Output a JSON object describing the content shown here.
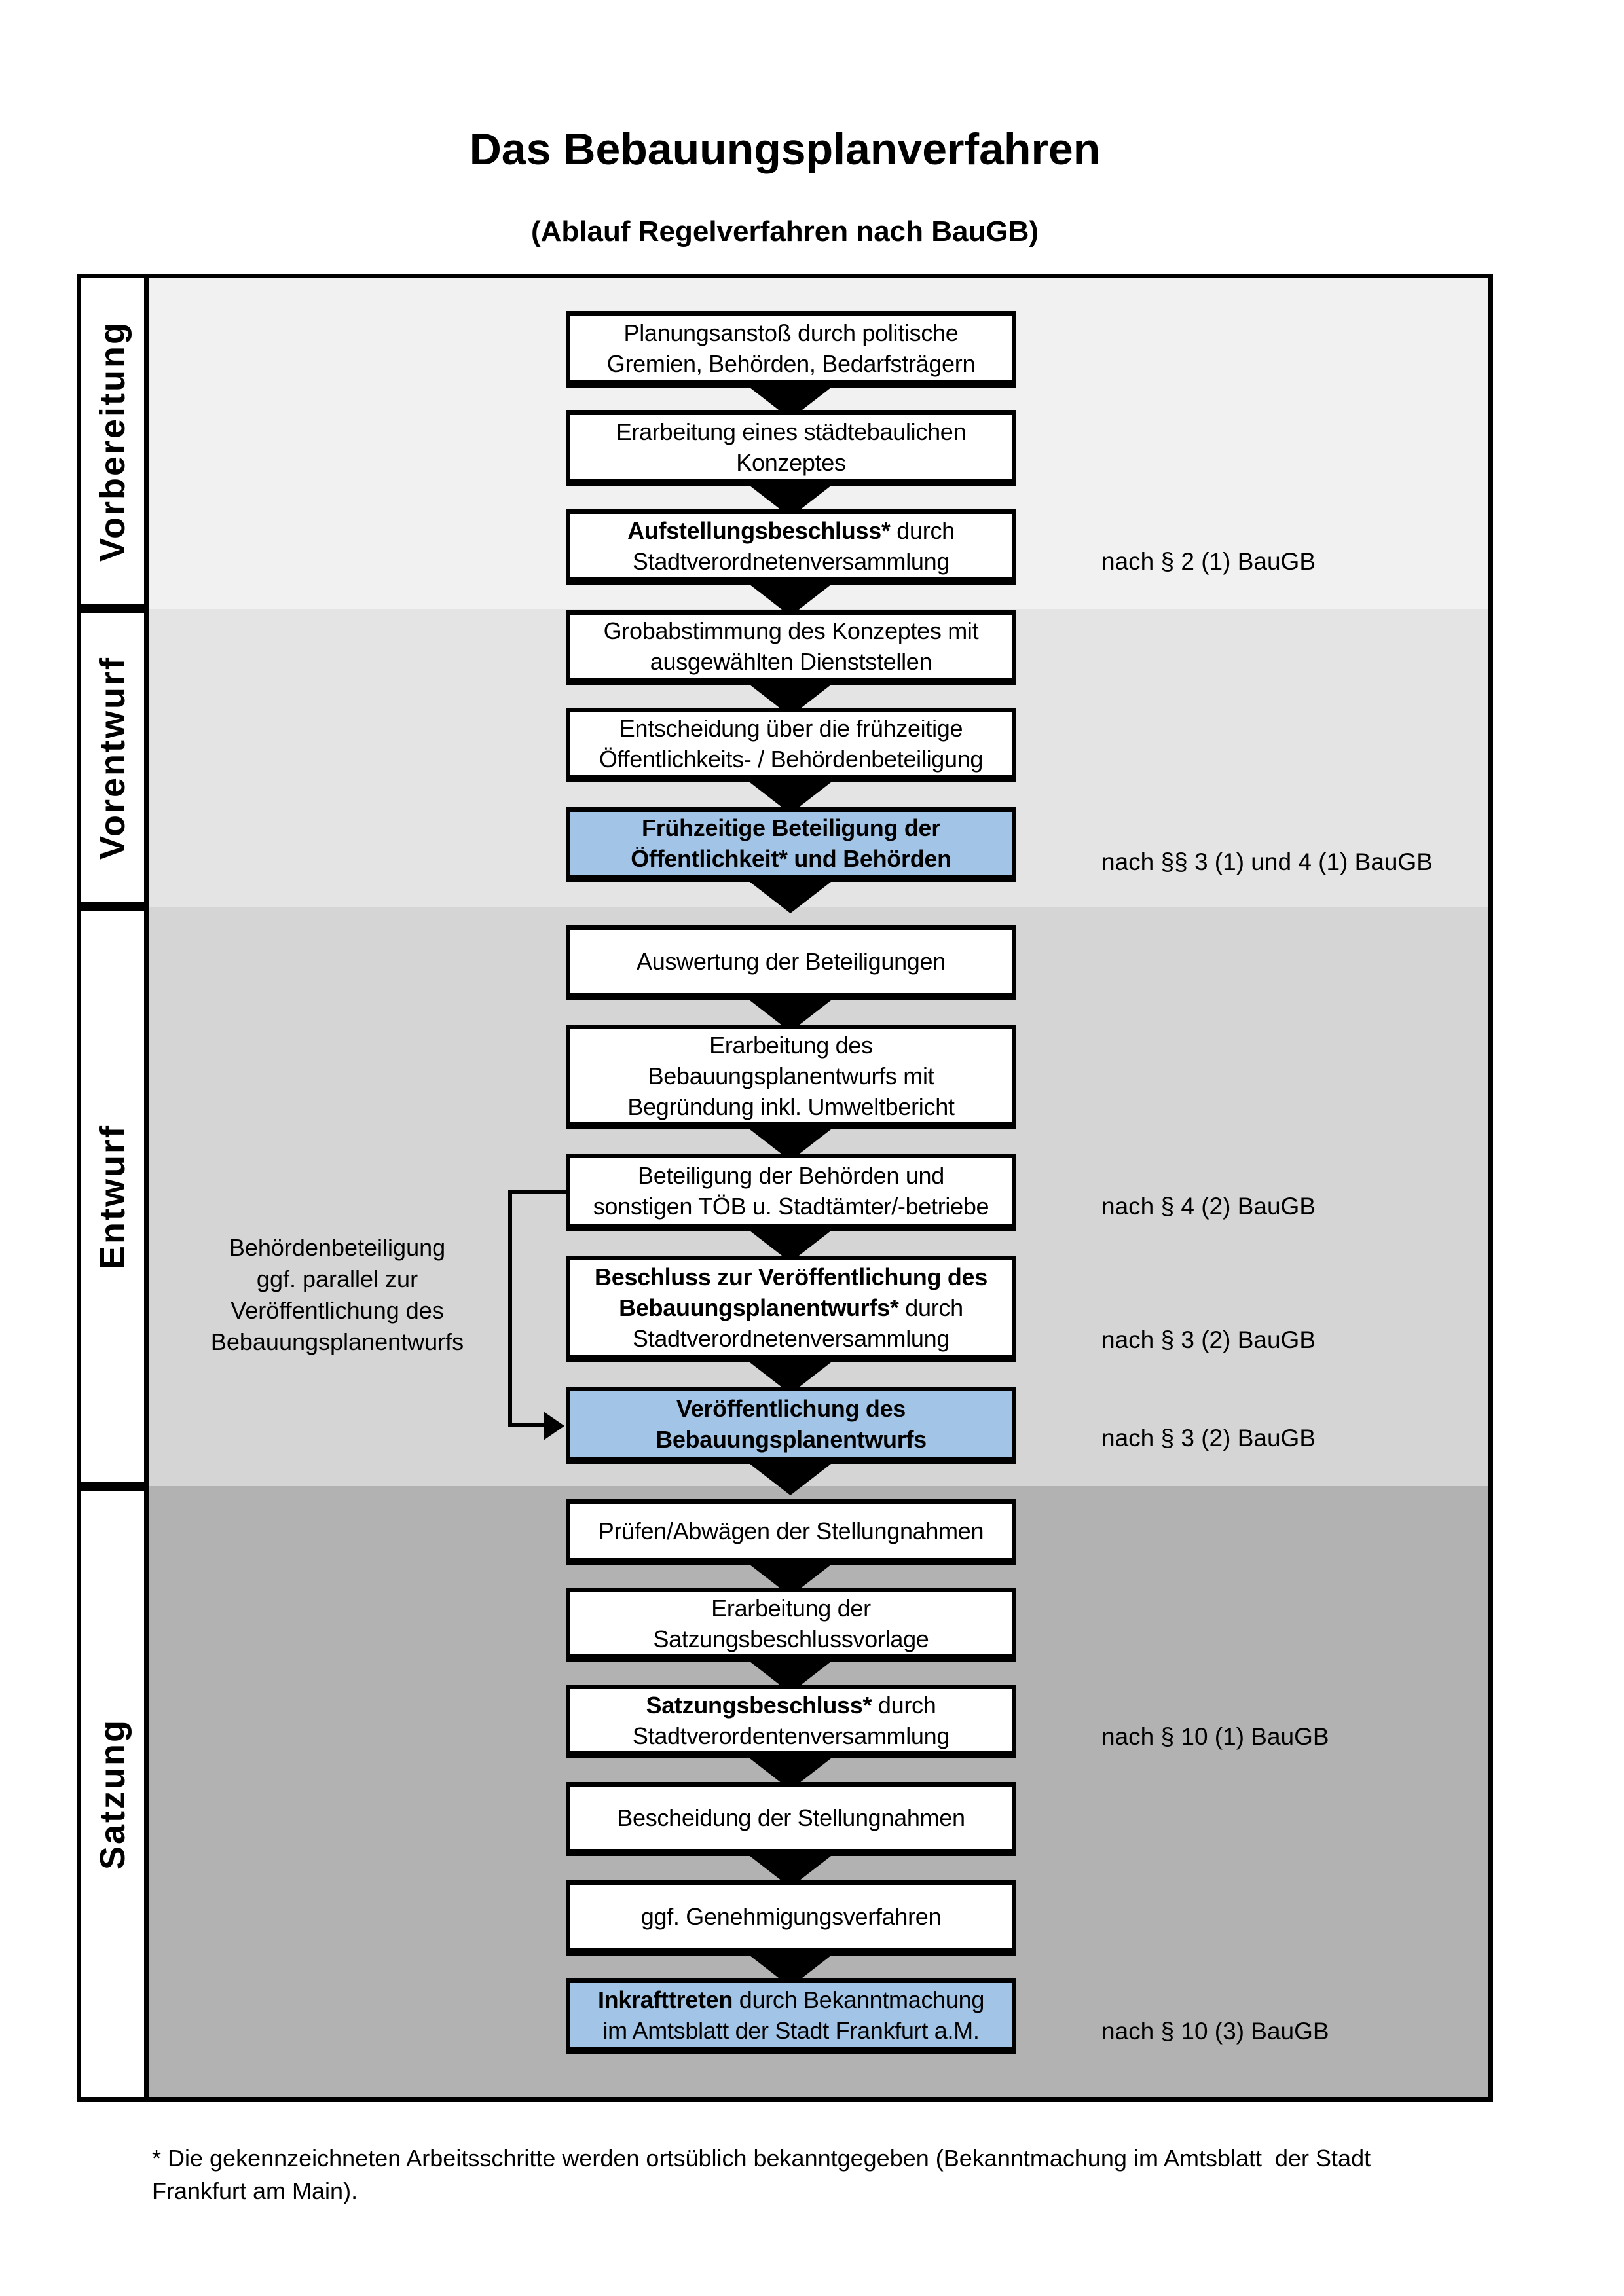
{
  "title": "Das Bebauungsplanverfahren",
  "subtitle": "(Ablauf Regelverfahren nach BauGB)",
  "phases": [
    {
      "label": "Vorbereitung"
    },
    {
      "label": "Vorentwurf"
    },
    {
      "label": "Entwurf"
    },
    {
      "label": "Satzung"
    }
  ],
  "boxes": [
    {
      "segments": [
        {
          "t": "Planungsanstoß durch politische\nGremien, Behörden, Bedarfsträgern",
          "b": false
        }
      ]
    },
    {
      "segments": [
        {
          "t": "Erarbeitung eines städtebaulichen\nKonzeptes",
          "b": false
        }
      ]
    },
    {
      "segments": [
        {
          "t": "Aufstellungsbeschluss*",
          "b": true
        },
        {
          "t": " durch\nStadtverordnetenversammlung",
          "b": false
        }
      ]
    },
    {
      "segments": [
        {
          "t": "Grobabstimmung des Konzeptes mit\nausgewählten Dienststellen",
          "b": false
        }
      ]
    },
    {
      "segments": [
        {
          "t": "Entscheidung über die frühzeitige\nÖffentlichkeits- / Behördenbeteiligung",
          "b": false
        }
      ]
    },
    {
      "segments": [
        {
          "t": "Frühzeitige Beteiligung der\nÖffentlichkeit* und Behörden",
          "b": true
        }
      ]
    },
    {
      "segments": [
        {
          "t": "Auswertung der Beteiligungen",
          "b": false
        }
      ]
    },
    {
      "segments": [
        {
          "t": "Erarbeitung des\nBebauungsplanentwurfs mit\nBegründung inkl. Umweltbericht",
          "b": false
        }
      ]
    },
    {
      "segments": [
        {
          "t": "Beteiligung der Behörden und\nsonstigen TÖB u. Stadtämter/-betriebe",
          "b": false
        }
      ]
    },
    {
      "segments": [
        {
          "t": "Beschluss zur Veröffentlichung des\nBebauungsplanentwurfs*",
          "b": true
        },
        {
          "t": " durch\nStadtverordnetenversammlung",
          "b": false
        }
      ]
    },
    {
      "segments": [
        {
          "t": "Veröffentlichung des\nBebauungsplanentwurfs",
          "b": true
        }
      ]
    },
    {
      "segments": [
        {
          "t": "Prüfen/Abwägen der Stellungnahmen",
          "b": false
        }
      ]
    },
    {
      "segments": [
        {
          "t": "Erarbeitung der\nSatzungsbeschlussvorlage",
          "b": false
        }
      ]
    },
    {
      "segments": [
        {
          "t": "Satzungsbeschluss*",
          "b": true
        },
        {
          "t": " durch\nStadtverordentenversammlung",
          "b": false
        }
      ]
    },
    {
      "segments": [
        {
          "t": "Bescheidung der Stellungnahmen",
          "b": false
        }
      ]
    },
    {
      "segments": [
        {
          "t": "ggf. Genehmigungsverfahren",
          "b": false
        }
      ]
    },
    {
      "segments": [
        {
          "t": "Inkrafttreten",
          "b": true
        },
        {
          "t": " durch Bekanntmachung\nim Amtsblatt der Stadt Frankfurt a.M.",
          "b": false
        }
      ]
    }
  ],
  "annotations": [
    {
      "text": "nach § 2 (1) BauGB"
    },
    {
      "text": "nach §§ 3 (1) und 4 (1) BauGB"
    },
    {
      "text": "nach § 4 (2) BauGB"
    },
    {
      "text": "nach § 3 (2) BauGB"
    },
    {
      "text": "nach § 3 (2) BauGB"
    },
    {
      "text": "nach § 10 (1) BauGB"
    },
    {
      "text": "nach § 10 (3) BauGB"
    }
  ],
  "side_note": "Behördenbeteiligung\nggf. parallel zur\nVeröffentlichung des\nBebauungsplanentwurfs",
  "footnote": "* Die gekennzeichneten Arbeitsschritte werden ortsüblich bekanntgegeben (Bekanntmachung im Amtsblatt  der Stadt\nFrankfurt am Main).",
  "colors": {
    "highlight_box": "#a2c4e6",
    "band_vorbereitung": "#f1f1f1",
    "band_vorentwurf": "#e4e4e4",
    "band_entwurf": "#d5d5d5",
    "band_satzung": "#b2b2b2"
  }
}
